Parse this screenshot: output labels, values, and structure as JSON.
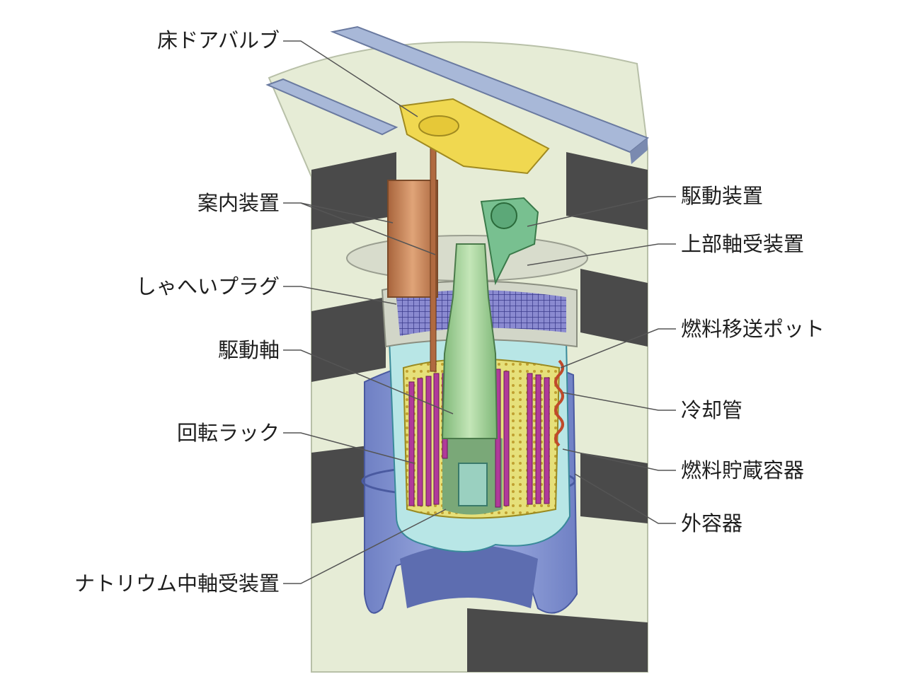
{
  "labels": {
    "floor_door_valve": "床ドアバルブ",
    "guide_device": "案内装置",
    "shield_plug": "しゃへいプラグ",
    "drive_shaft": "駆動軸",
    "rotating_rack": "回転ラック",
    "sodium_bearing": "ナトリウム中軸受装置",
    "drive_device": "駆動装置",
    "upper_bearing": "上部軸受装置",
    "fuel_transfer_pot": "燃料移送ポット",
    "cooling_pipe": "冷却管",
    "fuel_storage_vessel": "燃料貯蔵容器",
    "outer_vessel": "外容器"
  },
  "colors": {
    "concrete": "#e6ecd6",
    "concrete_dark": "#4a4a4a",
    "outer_vessel": "#8f9fd6",
    "inner_vessel": "#b8e6e6",
    "shaft": "#a8d4a0",
    "rack": "#e6e07a",
    "rods": "#b03a9a",
    "plug": "#d2d6c8",
    "plug_grid": "#4a4aa0",
    "guide_tube": "#c88a60",
    "valve": "#f0d850",
    "rail": "#a8b8d8",
    "drive": "#78c090",
    "leader": "#555555"
  }
}
